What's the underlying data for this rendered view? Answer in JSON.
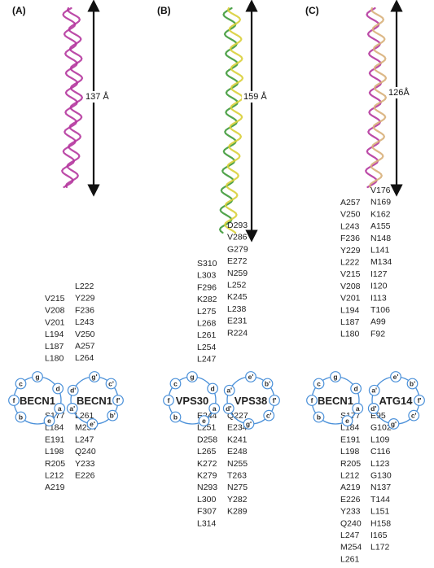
{
  "colors": {
    "wheel": "#4a90d9",
    "arrow": "#111111",
    "helix_magenta": "#b5379e",
    "helix_green": "#3f9a3a",
    "helix_yellow": "#d9cf3a",
    "helix_tan": "#d8b07a"
  },
  "panels": [
    {
      "label": "(A)",
      "length": "137 Å",
      "helices": [
        "magenta",
        "magenta"
      ],
      "wheel_left": {
        "name": "BECN1",
        "positions": [
          "c",
          "g",
          "f",
          "d",
          "b",
          "e",
          "a"
        ]
      },
      "wheel_right": {
        "name": "BECN1",
        "positions": [
          "g'",
          "c'",
          "d'",
          "f'",
          "a'",
          "e'",
          "b'"
        ]
      },
      "top_left": [
        "V215",
        "V208",
        "V201",
        "L194",
        "L187",
        "L180"
      ],
      "top_right": [
        "L222",
        "Y229",
        "F236",
        "L243",
        "V250",
        "A257",
        "L264"
      ],
      "bottom_left": [
        "S177",
        "L184",
        "E191",
        "L198",
        "R205",
        "L212",
        "A219"
      ],
      "bottom_right": [
        "L261",
        "M254",
        "L247",
        "Q240",
        "Y233",
        "E226"
      ]
    },
    {
      "label": "(B)",
      "length": "159 Å",
      "helices": [
        "green",
        "yellow"
      ],
      "wheel_left": {
        "name": "VPS30",
        "positions": [
          "c",
          "g",
          "f",
          "d",
          "b",
          "e",
          "a"
        ]
      },
      "wheel_right": {
        "name": "VPS38",
        "positions": [
          "e'",
          "b'",
          "a'",
          "f'",
          "d'",
          "g'",
          "c'"
        ]
      },
      "top_left": [
        "S310",
        "L303",
        "F296",
        "K282",
        "L275",
        "L268",
        "L261",
        "L254",
        "L247"
      ],
      "top_right": [
        "D293",
        "V286",
        "G279",
        "E272",
        "N259",
        "L252",
        "K245",
        "L238",
        "E231",
        "R224"
      ],
      "bottom_left": [
        "E244",
        "L251",
        "D258",
        "L265",
        "K272",
        "K279",
        "N293",
        "L300",
        "F307",
        "L314"
      ],
      "bottom_right": [
        "Q227",
        "E234",
        "K241",
        "E248",
        "N255",
        "T263",
        "N275",
        "Y282",
        "K289"
      ]
    },
    {
      "label": "(C)",
      "length": "126Å",
      "helices": [
        "magenta",
        "tan"
      ],
      "wheel_left": {
        "name": "BECN1",
        "positions": [
          "c",
          "g",
          "f",
          "d",
          "b",
          "e",
          "a"
        ]
      },
      "wheel_right": {
        "name": "ATG14",
        "positions": [
          "e'",
          "b'",
          "a'",
          "f'",
          "d'",
          "g'",
          "c'"
        ]
      },
      "top_left": [
        "A257",
        "V250",
        "L243",
        "F236",
        "Y229",
        "L222",
        "V215",
        "V208",
        "V201",
        "L194",
        "L187",
        "L180"
      ],
      "top_right": [
        "V176",
        "N169",
        "K162",
        "A155",
        "N148",
        "L141",
        "M134",
        "I127",
        "I120",
        "I113",
        "T106",
        "A99",
        "F92"
      ],
      "bottom_left": [
        "S177",
        "L184",
        "E191",
        "L198",
        "R205",
        "L212",
        "A219",
        "E226",
        "Y233",
        "Q240",
        "L247",
        "M254",
        "L261"
      ],
      "bottom_right": [
        "E95",
        "G102",
        "L109",
        "C116",
        "L123",
        "G130",
        "N137",
        "T144",
        "L151",
        "H158",
        "I165",
        "L172"
      ]
    }
  ]
}
